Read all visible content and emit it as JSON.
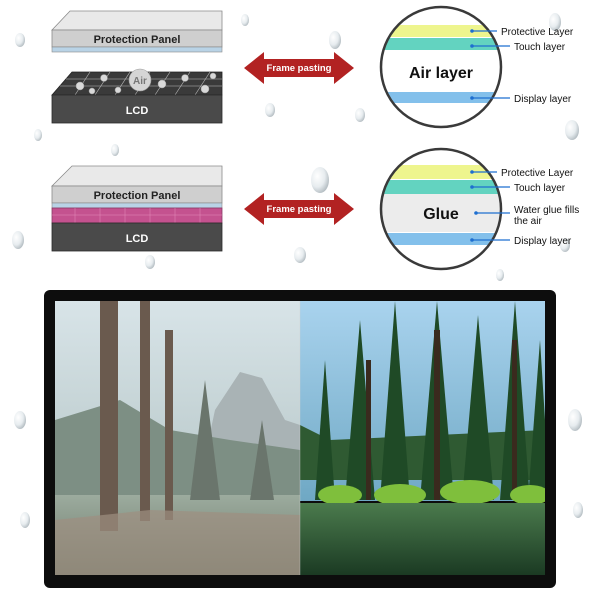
{
  "top_diagram": {
    "panel_label": "Protection Panel",
    "air_label": "Air",
    "lcd_label": "LCD",
    "arrow_label": "Frame pasting",
    "circle_main_label": "Air layer",
    "callouts": [
      "Protective Layer",
      "Touch layer",
      "Display layer"
    ]
  },
  "bottom_diagram": {
    "panel_label": "Protection Panel",
    "lcd_label": "LCD",
    "arrow_label": "Frame pasting",
    "circle_main_label": "Glue",
    "callouts": [
      "Protective Layer",
      "Touch layer",
      "Water glue fills",
      "the air",
      "Display layer"
    ]
  },
  "colors": {
    "panel_face": "#cfcfcf",
    "panel_blue_stripe": "#b9d3e6",
    "lcd_dark": "#4a4a4a",
    "glue_pink": "#c4528f",
    "arrow_red": "#b22222",
    "protective_yellow": "#eef58e",
    "touch_teal": "#63d3c0",
    "display_blue": "#83c0eb",
    "callout_blue": "#1e6fd0"
  }
}
